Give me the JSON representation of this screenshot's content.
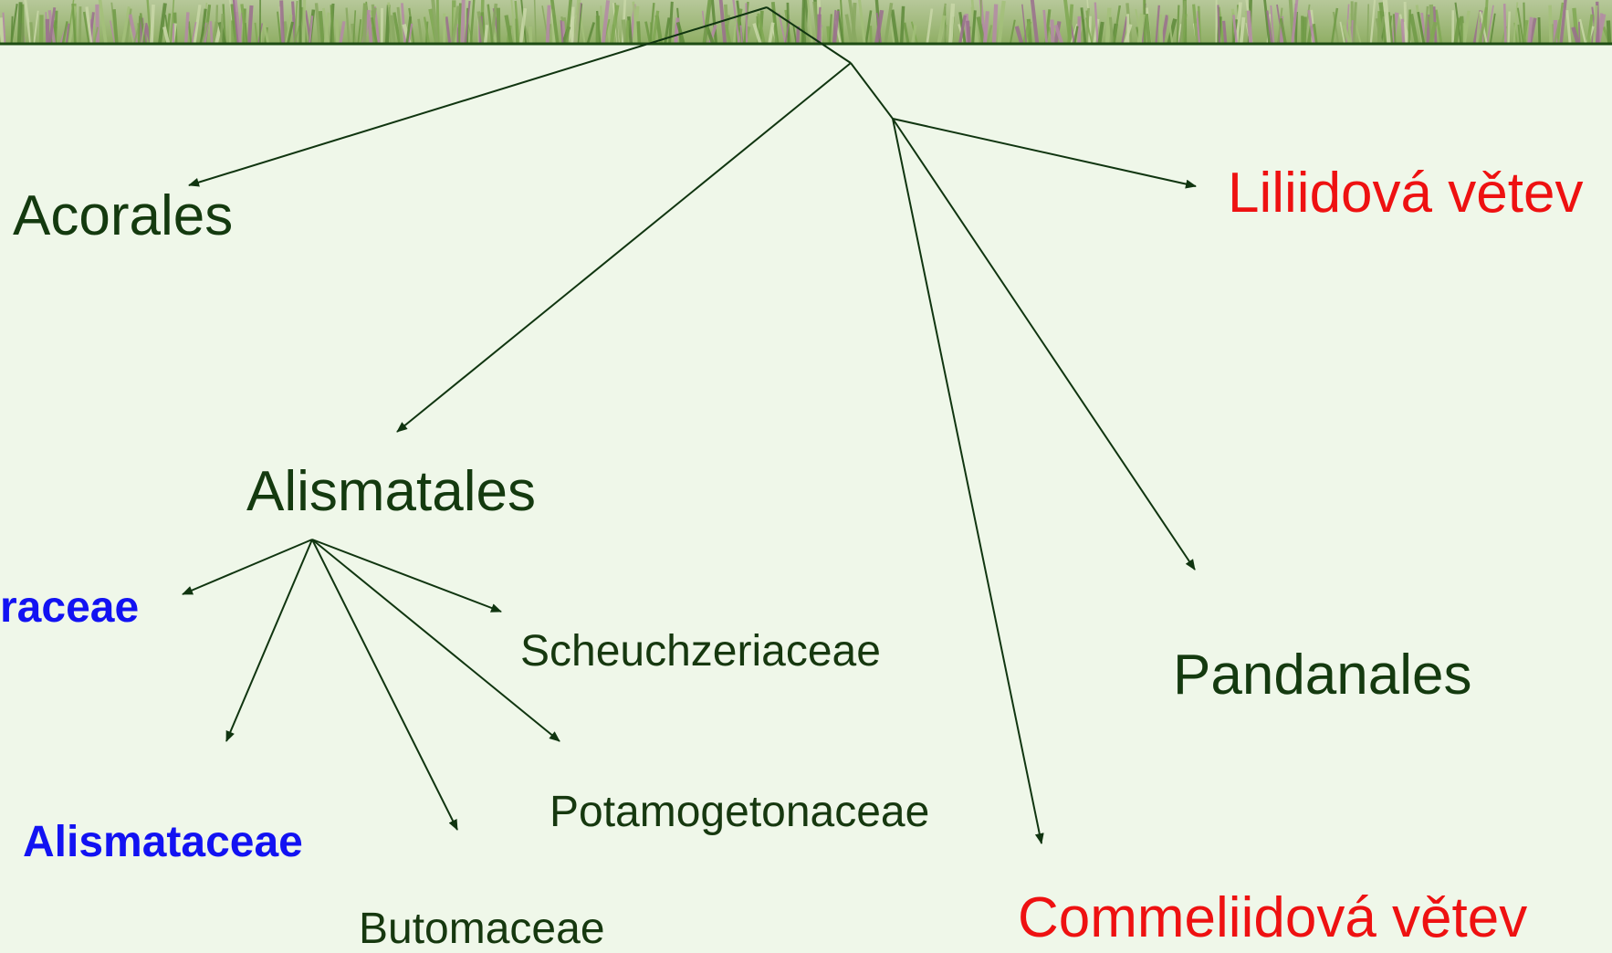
{
  "colors": {
    "background": "#eff7e9",
    "banner_border": "#1e4d14",
    "line": "#103510",
    "order_text": "#143a0f",
    "branch_text": "#ee1111",
    "highlight_family": "#1212f2",
    "family_text": "#16380f"
  },
  "banner": {
    "description": "grass-photo"
  },
  "tree": {
    "orders": {
      "acorales": "Acorales",
      "alismatales": "Alismatales",
      "pandanales": "Pandanales"
    },
    "branches": {
      "liliid": "Liliidová větev",
      "commeliid": "Commeliidová větev"
    },
    "families": {
      "araceae_partial": "raceae",
      "alismataceae": "Alismataceae",
      "butomaceae": "Butomaceae",
      "potamogetonaceae": "Potamogetonaceae",
      "scheuchzeriaceae": "Scheuchzeriaceae"
    }
  }
}
